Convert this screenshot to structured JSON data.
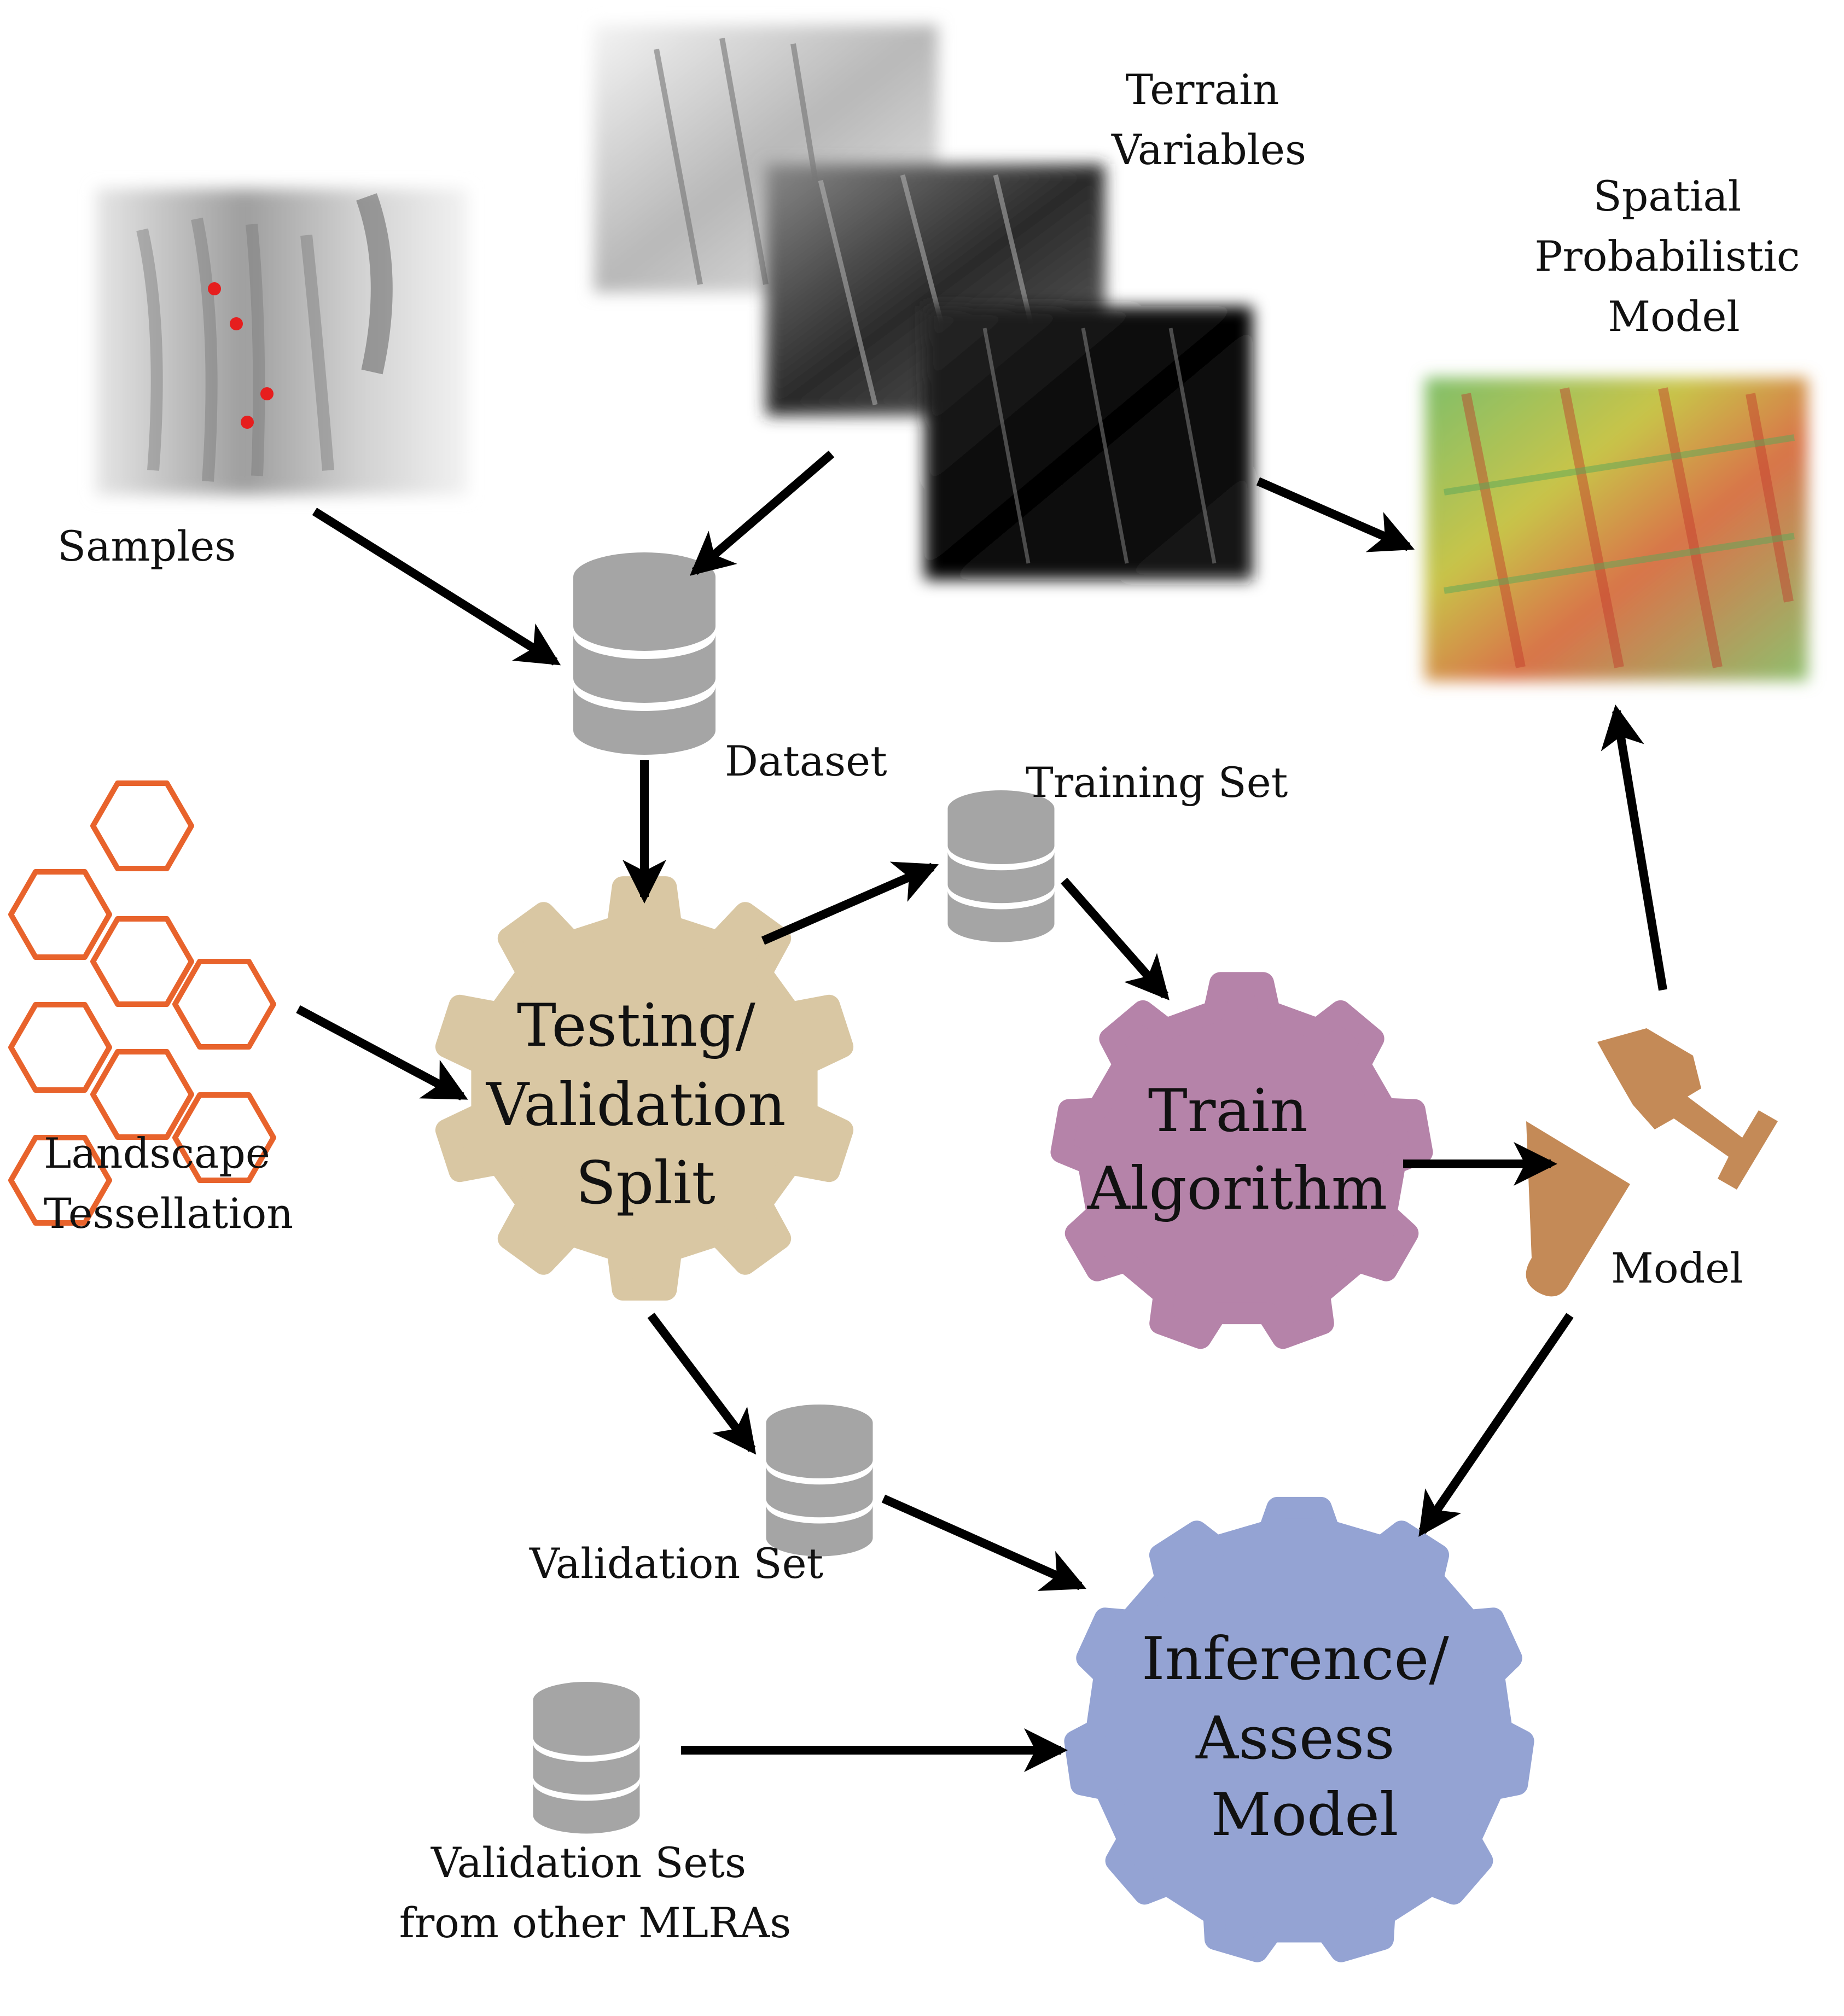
{
  "labels": {
    "terrain_line1": "Terrain",
    "terrain_line2": "Variables",
    "spatial_line1": "Spatial",
    "spatial_line2": "Probabilistic",
    "spatial_line3": "Model",
    "samples": "Samples",
    "dataset": "Dataset",
    "training_set": "Training Set",
    "landscape_line1": "Landscape",
    "landscape_line2": "Tessellation",
    "model": "Model",
    "validation_set": "Validation Set",
    "validation_sets_line1": "Validation Sets",
    "validation_sets_line2": "from other MLRAs"
  },
  "gears": {
    "split": {
      "line1": "Testing/",
      "line2": "Validation",
      "line3": "Split",
      "color": "#d9c7a3"
    },
    "train": {
      "line1": "Train",
      "line2": "Algorithm",
      "color": "#b583a9"
    },
    "inference": {
      "line1": "Inference/",
      "line2": "Assess",
      "line3": "Model",
      "color": "#94a3d3"
    }
  },
  "colors": {
    "arrow": "#000000",
    "database": "#a5a5a5",
    "hexagon": "#e8632c",
    "hammer": "#c48a57",
    "sample_point": "#e61e1e"
  },
  "icons": {
    "database": "database-icon",
    "hammer": "hammer-icon",
    "hexagon_grid": "hexagon-grid-icon"
  }
}
